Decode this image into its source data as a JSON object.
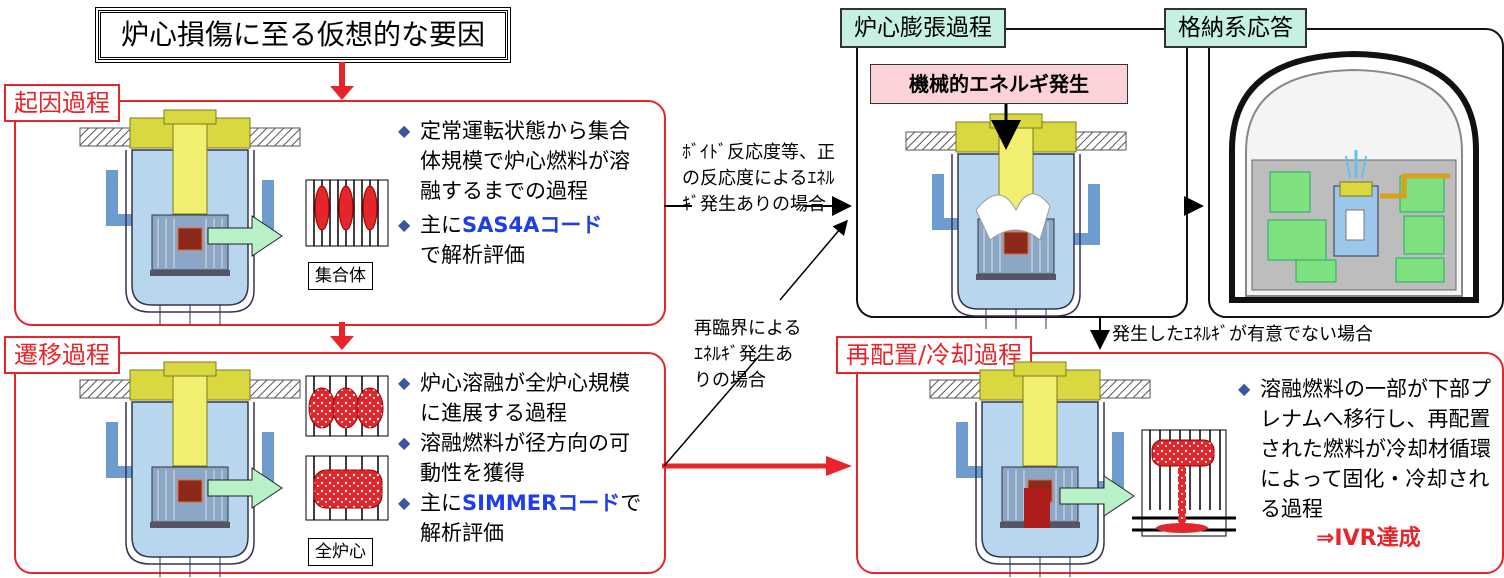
{
  "title": "炉心損傷に至る仮想的な要因",
  "phases": {
    "initiating": {
      "tag": "起因過程",
      "bullets": [
        {
          "text": "定常運転状態から集合体規模で炉心燃料が溶融するまでの過程"
        },
        {
          "prefix": "主に",
          "code": "SAS4Aコード",
          "suffix": "で解析評価"
        }
      ],
      "fig_label": "集合体"
    },
    "transition": {
      "tag": "遷移過程",
      "bullets": [
        {
          "text": "炉心溶融が全炉心規模に進展する過程"
        },
        {
          "text": "溶融燃料が径方向の可動性を獲得"
        },
        {
          "prefix": "主に",
          "code": "SIMMERコード",
          "suffix": "で解析評価"
        }
      ],
      "fig_label": "全炉心"
    },
    "expansion": {
      "tag": "炉心膨張過程",
      "energy_label": "機械的エネルギ発生"
    },
    "containment": {
      "tag": "格納系応答"
    },
    "relocation": {
      "tag": "再配置/冷却過程",
      "bullet": "溶融燃料の一部が下部プレナムへ移行し、再配置された燃料が冷却材循環によって固化・冷却される過程",
      "ivr": "⇒IVR達成"
    }
  },
  "notes": {
    "void": "ﾎﾞｲﾄﾞ反応度等、正の反応度によるｴﾈﾙｷﾞ発生ありの場合",
    "recriticality": "再臨界によるｴﾈﾙｷﾞ発生ありの場合",
    "no_energy": "発生したｴﾈﾙｷﾞが有意でない場合"
  },
  "colors": {
    "red": "#e8242a",
    "green_tag": "#c6f0e0",
    "pink": "#fbd3d6",
    "blue_code": "#1f3de8",
    "bullet": "#3a56a0",
    "vessel": "#b8d7ee",
    "plug": "#d9d840"
  }
}
